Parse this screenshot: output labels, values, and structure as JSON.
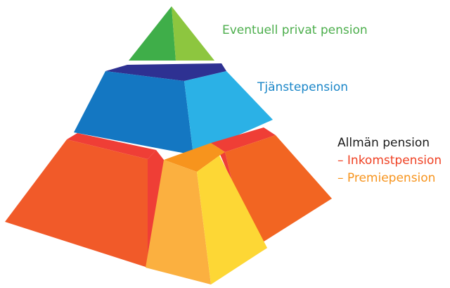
{
  "colors": {
    "private_left": "#3fae49",
    "private_right": "#8dc63f",
    "private_band": "#2e3192",
    "tjanste_left": "#1477c2",
    "tjanste_right": "#2bb1e6",
    "tjanste_top": "#2e3192",
    "inkomst_main": "#f15a29",
    "inkomst_right": "#f26522",
    "inkomst_top": "#ef3e36",
    "premie_top": "#f7941d",
    "premie_left": "#fbb040",
    "premie_right": "#fdd735",
    "label_private": "#4cae4c",
    "label_tjanste": "#1a86c8",
    "label_allman": "#1a1a1a",
    "label_inkomst": "#ef4123",
    "label_premie": "#f7941d"
  },
  "labels": {
    "private": "Eventuell privat pension",
    "tjanste": "Tjänstepension",
    "allman": "Allmän pension",
    "inkomst": "– Inkomstpension",
    "premie": "– Premiepension"
  }
}
